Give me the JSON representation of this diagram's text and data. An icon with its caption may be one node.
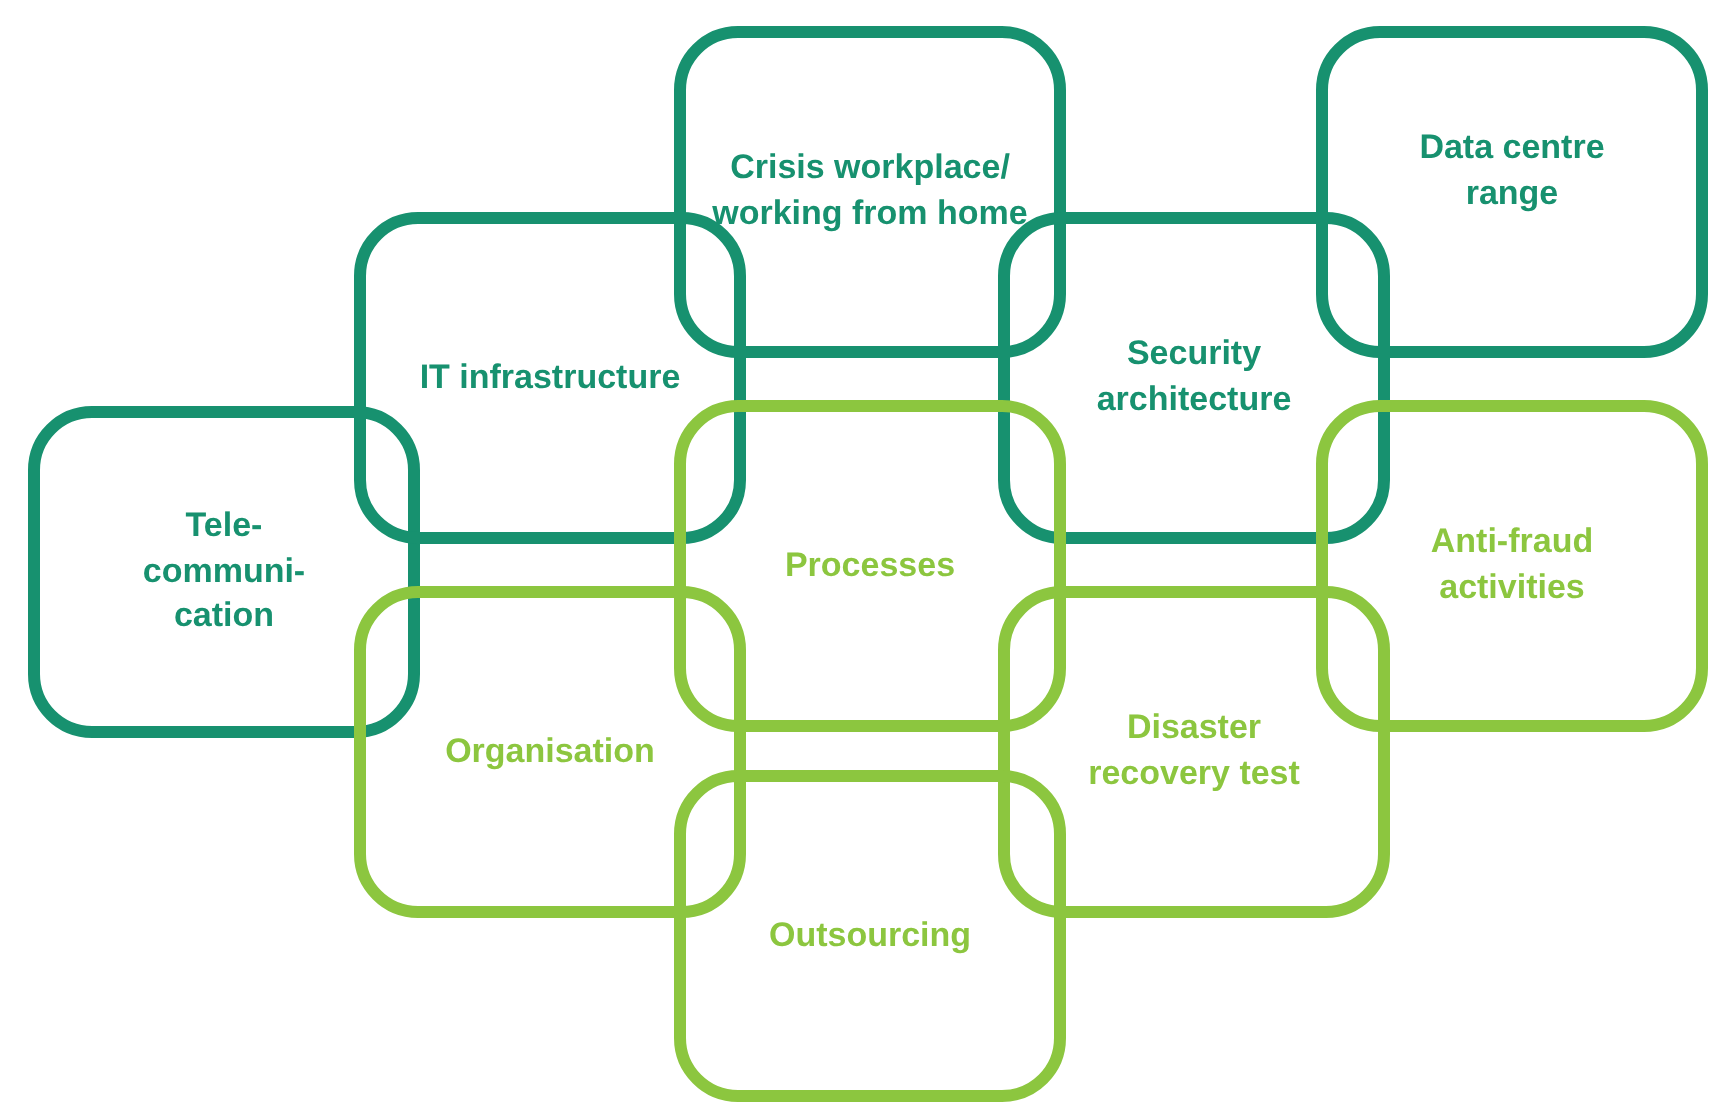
{
  "diagram": {
    "nodes": [
      {
        "text": [
          "Tele-communi-cation"
        ]
      },
      {
        "text": [
          "IT infrastructure"
        ]
      },
      {
        "text": [
          "Crisis workplace/ working from home"
        ]
      },
      {
        "text": [
          "Security architecture"
        ]
      },
      {
        "text": [
          "Data centre range"
        ]
      },
      {
        "text": [
          "Processes"
        ]
      },
      {
        "text": [
          "Anti-fraud activities"
        ]
      },
      {
        "text": [
          "Organisation"
        ]
      },
      {
        "text": [
          "Disaster recovery test"
        ]
      },
      {
        "text": [
          "Outsourcing"
        ]
      }
    ]
  }
}
